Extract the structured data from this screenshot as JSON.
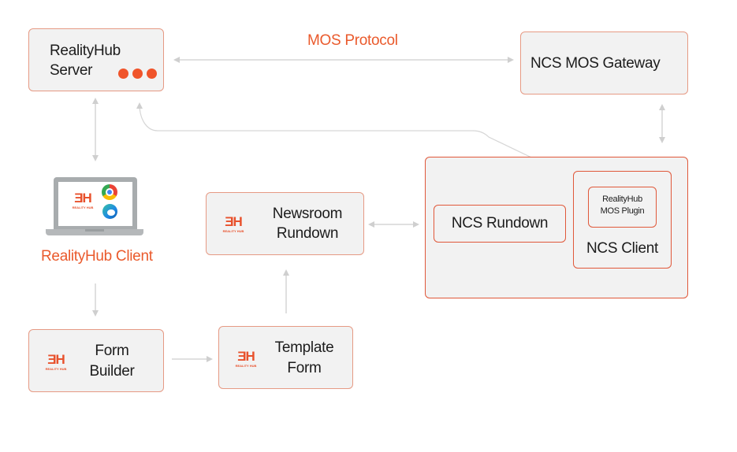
{
  "diagram": {
    "accent_color": "#ea5a2c",
    "connector_color": "#d0d0d0",
    "protocol_label": "MOS Protocol",
    "nodes": {
      "server": {
        "line1": "RealityHub",
        "line2": "Server",
        "status_icon": "three-dots-icon"
      },
      "client": {
        "label": "RealityHub Client",
        "icons": [
          "laptop-icon",
          "realityhub-logo",
          "chrome-icon",
          "edge-icon"
        ]
      },
      "gateway": {
        "label": "NCS MOS Gateway"
      },
      "newsroom_rundown": {
        "line1": "Newsroom",
        "line2": "Rundown"
      },
      "form_builder": {
        "line1": "Form",
        "line2": "Builder"
      },
      "template_form": {
        "line1": "Template",
        "line2": "Form"
      },
      "ncs_rundown": {
        "label": "NCS Rundown"
      },
      "ncs_client": {
        "label": "NCS Client"
      },
      "mos_plugin": {
        "line1": "RealityHub",
        "line2": "MOS Plugin"
      }
    },
    "logo": {
      "mark": "ƎH",
      "sub": "REALITY HUB"
    }
  }
}
